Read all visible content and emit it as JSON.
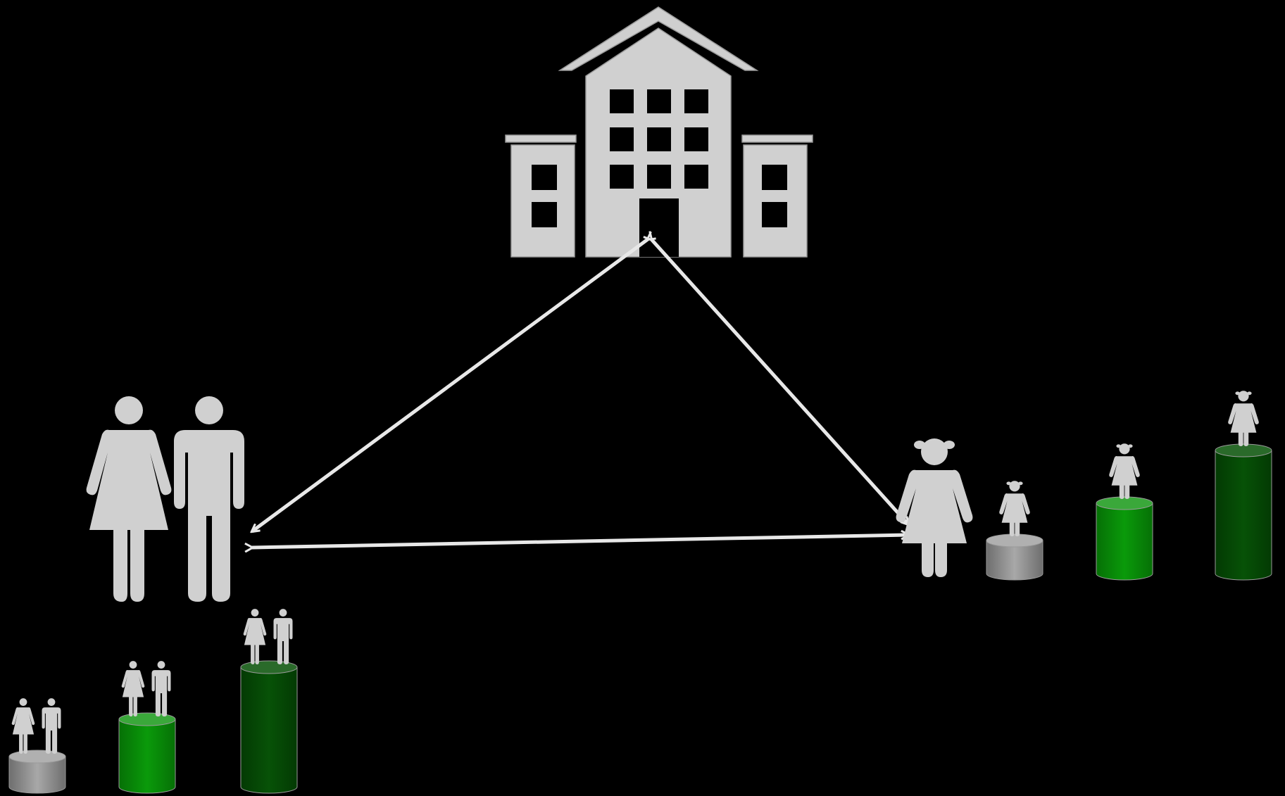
{
  "diagram": {
    "background": "#000000",
    "icon_color": "#d0d0d0",
    "arrow_color": "#e8e8e8",
    "nodes": {
      "school": {
        "icon": "school-building-icon"
      },
      "parents": {
        "icon": "parents-couple-icon"
      },
      "child": {
        "icon": "girl-child-icon"
      }
    },
    "connections": [
      {
        "from": "school",
        "to": "parents",
        "type": "bidirectional-arrow"
      },
      {
        "from": "school",
        "to": "child",
        "type": "bidirectional-arrow"
      },
      {
        "from": "parents",
        "to": "child",
        "type": "bidirectional-arrow"
      }
    ],
    "parent_levels": [
      {
        "level": "low",
        "pedestal_color": "#8a8a8a",
        "icon": "parents-couple-icon"
      },
      {
        "level": "medium",
        "pedestal_color": "#0a8c0a",
        "icon": "parents-couple-icon"
      },
      {
        "level": "high",
        "pedestal_color": "#064a06",
        "icon": "parents-couple-icon"
      }
    ],
    "child_levels": [
      {
        "level": "low",
        "pedestal_color": "#8a8a8a",
        "icon": "girl-child-icon"
      },
      {
        "level": "medium",
        "pedestal_color": "#0a8c0a",
        "icon": "girl-child-icon"
      },
      {
        "level": "high",
        "pedestal_color": "#064a06",
        "icon": "girl-child-icon"
      }
    ]
  }
}
